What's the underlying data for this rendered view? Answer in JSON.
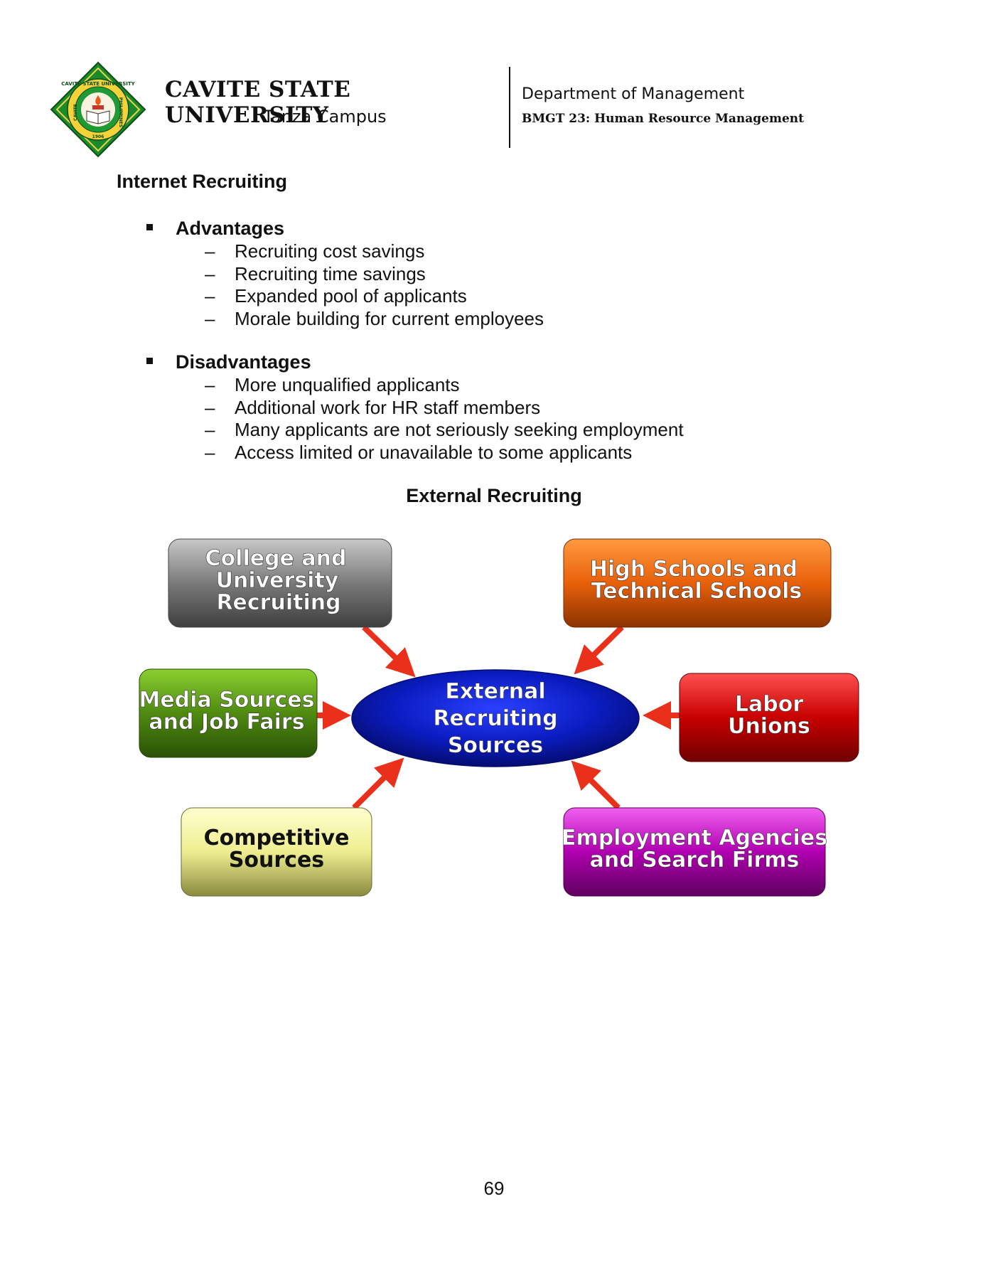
{
  "header": {
    "university": "CAVITE STATE UNIVERSITY",
    "campus": "Tanza Campus",
    "department": "Department of Management",
    "course": "BMGT 23: Human Resource Management",
    "logo_text": [
      "CAVITE STATE UNIVERSITY",
      "CAVITE",
      "PHILIPPINES",
      "1906"
    ]
  },
  "section_title": "Internet Recruiting",
  "advantages": {
    "heading": "Advantages",
    "items": [
      "Recruiting cost savings",
      "Recruiting time savings",
      "Expanded pool of applicants",
      "Morale building for current employees"
    ]
  },
  "disadvantages": {
    "heading": "Disadvantages",
    "items": [
      "More unqualified applicants",
      "Additional work for HR staff members",
      "Many applicants are not seriously seeking employment",
      "Access limited or unavailable to some applicants"
    ]
  },
  "diagram": {
    "title": "External Recruiting",
    "center": [
      "External",
      "Recruiting",
      "Sources"
    ],
    "nodes": {
      "college": {
        "lines": [
          "College and",
          "University",
          "Recruiting"
        ],
        "color": "#707070"
      },
      "highschools": {
        "lines": [
          "High Schools and",
          "Technical Schools"
        ],
        "color": "#e8600a"
      },
      "media": {
        "lines": [
          "Media Sources",
          "and Job Fairs"
        ],
        "color": "#4f8a10"
      },
      "labor": {
        "lines": [
          "Labor",
          "Unions"
        ],
        "color": "#c80000"
      },
      "competitive": {
        "lines": [
          "Competitive",
          "Sources"
        ],
        "color": "#e8e890"
      },
      "employment": {
        "lines": [
          "Employment Agencies",
          "and Search Firms"
        ],
        "color": "#b000b0"
      }
    },
    "center_color": "#0a1cc0",
    "arrow_color": "#e8301a"
  },
  "page_number": "69"
}
